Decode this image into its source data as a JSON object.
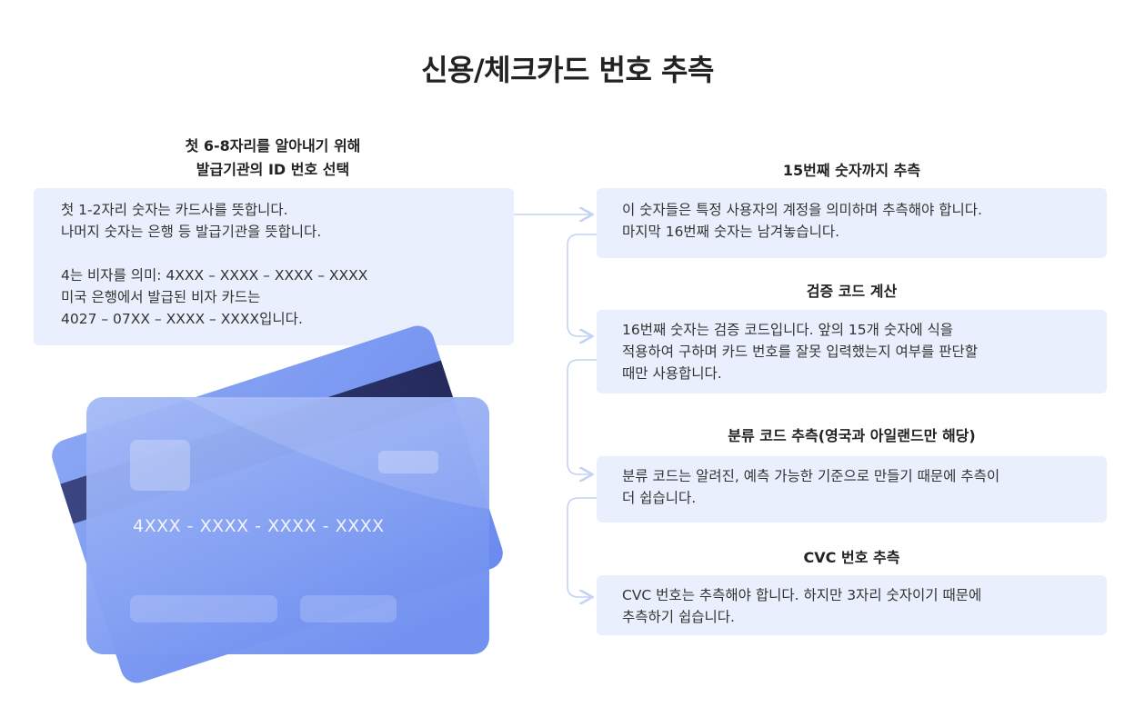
{
  "title": "신용/체크카드 번호 추측",
  "left": {
    "heading_lines": [
      "첫 6-8자리를 알아내기 위해",
      "발급기관의 ID 번호 선택"
    ],
    "box_paragraphs": [
      [
        "첫 1-2자리 숫자는 카드사를 뜻합니다.",
        "나머지 숫자는 은행 등 발급기관을 뜻합니다."
      ],
      [
        "4는 비자를 의미: 4XXX – XXXX – XXXX – XXXX",
        "미국 은행에서 발급된 비자 카드는",
        "4027 – 07XX – XXXX – XXXX입니다."
      ]
    ]
  },
  "steps": [
    {
      "heading": "15번째 숫자까지 추측",
      "lines": [
        "이 숫자들은 특정 사용자의 계정을 의미하며 추측해야 합니다.",
        "마지막 16번째 숫자는 남겨놓습니다."
      ]
    },
    {
      "heading": "검증 코드 계산",
      "lines": [
        "16번째 숫자는 검증 코드입니다. 앞의 15개 숫자에 식을",
        "적용하여 구하며 카드 번호를 잘못 입력했는지 여부를 판단할",
        "때만 사용합니다."
      ]
    },
    {
      "heading": "분류 코드 추측(영국과 아일랜드만 해당)",
      "lines": [
        "분류 코드는 알려진, 예측 가능한 기준으로 만들기 때문에 추측이",
        "더 쉽습니다."
      ]
    },
    {
      "heading": "CVC 번호 추측",
      "lines": [
        "CVC 번호는 추측해야 합니다. 하지만 3자리 숫자이기 때문에",
        "추측하기 쉽습니다."
      ]
    }
  ],
  "card": {
    "number": "4XXX - XXXX - XXXX - XXXX"
  },
  "colors": {
    "box_bg": "#e9effc",
    "connector": "#c3d3f5",
    "card_front": "#7d9cf2",
    "card_back": "#6f8ff0",
    "stripe": "#2b3163"
  }
}
